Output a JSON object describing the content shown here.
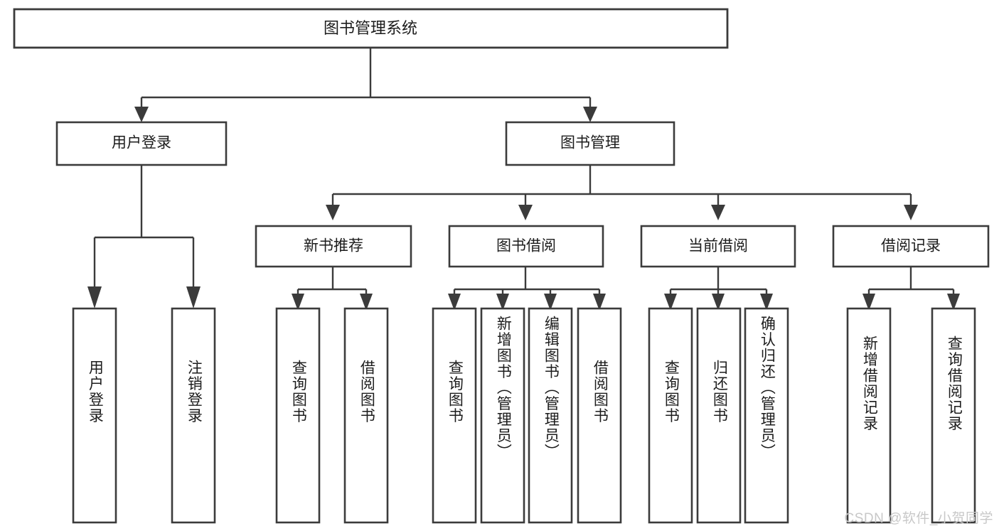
{
  "diagram": {
    "type": "tree",
    "title": "图书管理系统",
    "watermark": "CSDN @软件_小贺同学",
    "colors": {
      "stroke": "#3b3b3b",
      "fill": "#ffffff",
      "text": "#1c1c1c",
      "watermark": "#c8c8c8"
    },
    "root": {
      "label": "图书管理系统"
    },
    "level1": [
      {
        "label": "用户登录"
      },
      {
        "label": "图书管理"
      }
    ],
    "level2": [
      {
        "label": "新书推荐"
      },
      {
        "label": "图书借阅"
      },
      {
        "label": "当前借阅"
      },
      {
        "label": "借阅记录"
      }
    ],
    "leaves": {
      "user_login": [
        {
          "label": "用户登录"
        },
        {
          "label": "注销登录"
        }
      ],
      "new_book_recommend": [
        {
          "label": "查询图书"
        },
        {
          "label": "借阅图书"
        }
      ],
      "book_borrow": [
        {
          "label": "查询图书"
        },
        {
          "label": "新增图书（管理员）"
        },
        {
          "label": "编辑图书（管理员）"
        },
        {
          "label": "借阅图书"
        }
      ],
      "current_borrow": [
        {
          "label": "查询图书"
        },
        {
          "label": "归还图书"
        },
        {
          "label": "确认归还（管理员）"
        }
      ],
      "borrow_record": [
        {
          "label": "新增借阅记录"
        },
        {
          "label": "查询借阅记录"
        }
      ]
    }
  }
}
